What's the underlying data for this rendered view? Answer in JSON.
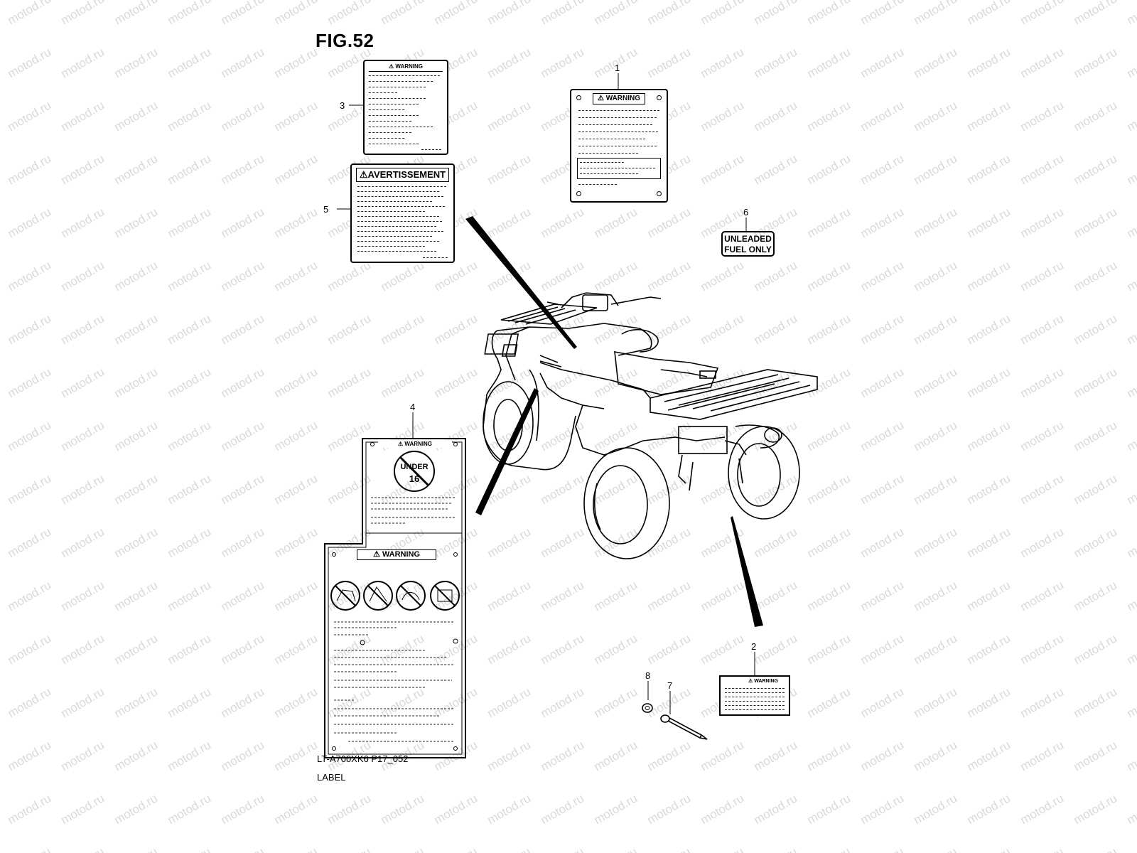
{
  "figure": {
    "title": "FIG.52",
    "code": "LT-A700XK6 P17_052",
    "name": "LABEL"
  },
  "watermark": "motod.ru",
  "labels": [
    {
      "id": "1",
      "callout": "1",
      "header": "⚠ WARNING"
    },
    {
      "id": "2",
      "callout": "2",
      "header": "⚠ WARNING"
    },
    {
      "id": "3",
      "callout": "3",
      "header": "⚠ WARNING"
    },
    {
      "id": "4",
      "callout": "4",
      "header_top": "⚠ WARNING",
      "badge_line1": "UNDER",
      "badge_line2": "16",
      "header_bottom": "⚠ WARNING"
    },
    {
      "id": "5",
      "callout": "5",
      "header": "⚠AVERTISSEMENT"
    },
    {
      "id": "6",
      "callout": "6",
      "line1": "UNLEADED",
      "line2": "FUEL ONLY"
    },
    {
      "id": "7",
      "callout": "7"
    },
    {
      "id": "8",
      "callout": "8"
    }
  ]
}
